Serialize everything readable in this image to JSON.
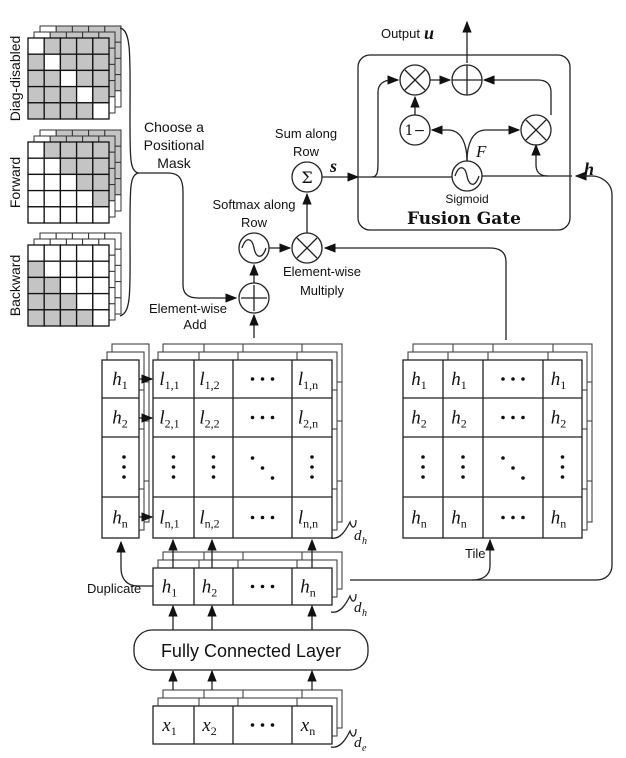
{
  "masks": {
    "label": "Choose a Positional Mask",
    "label_lines": [
      "Choose a",
      "Positional",
      "Mask"
    ],
    "items": [
      {
        "name": "Diag-disabled",
        "pattern": "diag-disabled",
        "shaded_color": "#c4c4c4"
      },
      {
        "name": "Forward",
        "pattern": "forward",
        "shaded_color": "#c4c4c4"
      },
      {
        "name": "Backward",
        "pattern": "backward",
        "shaded_color": "#c4c4c4"
      }
    ],
    "grid_size": 5
  },
  "ops": {
    "add": {
      "label_lines": [
        "Element-wise",
        "Add"
      ],
      "symbol": "+"
    },
    "softmax": {
      "label_lines": [
        "Softmax along",
        "Row"
      ],
      "symbol": "~"
    },
    "multiply": {
      "label_lines": [
        "Element-wise",
        "Multiply"
      ],
      "symbol": "×"
    },
    "sum": {
      "label_lines": [
        "Sum along",
        "Row"
      ],
      "symbol": "Σ"
    },
    "s_label": "s"
  },
  "fusion_gate": {
    "title": "Fusion Gate",
    "output_label": "Output",
    "output_var": "u",
    "one_minus": "1−",
    "sigmoid_label": "Sigmoid",
    "F_label": "F",
    "h_label": "h"
  },
  "h_column": {
    "cells": [
      "h",
      "h",
      "⋮",
      "h"
    ],
    "subs": [
      "1",
      "2",
      "",
      "n"
    ]
  },
  "l_matrix": {
    "rows": [
      [
        {
          "v": "l",
          "s": "1,1"
        },
        {
          "v": "l",
          "s": "1,2"
        },
        {
          "v": "· · ·",
          "s": ""
        },
        {
          "v": "l",
          "s": "1,n"
        }
      ],
      [
        {
          "v": "l",
          "s": "2,1"
        },
        {
          "v": "l",
          "s": "2,2"
        },
        {
          "v": "· · ·",
          "s": ""
        },
        {
          "v": "l",
          "s": "2,n"
        }
      ],
      [
        {
          "v": "⋮",
          "s": ""
        },
        {
          "v": "⋮",
          "s": ""
        },
        {
          "v": "⋱",
          "s": ""
        },
        {
          "v": "⋮",
          "s": ""
        }
      ],
      [
        {
          "v": "l",
          "s": "n,1"
        },
        {
          "v": "l",
          "s": "n,2"
        },
        {
          "v": "· · ·",
          "s": ""
        },
        {
          "v": "l",
          "s": "n,n"
        }
      ]
    ],
    "depth_label": "d",
    "depth_sub": "h"
  },
  "tile_matrix": {
    "rows": [
      [
        {
          "v": "h",
          "s": "1"
        },
        {
          "v": "h",
          "s": "1"
        },
        {
          "v": "· · ·",
          "s": ""
        },
        {
          "v": "h",
          "s": "1"
        }
      ],
      [
        {
          "v": "h",
          "s": "2"
        },
        {
          "v": "h",
          "s": "2"
        },
        {
          "v": "· · ·",
          "s": ""
        },
        {
          "v": "h",
          "s": "2"
        }
      ],
      [
        {
          "v": "⋮",
          "s": ""
        },
        {
          "v": "⋮",
          "s": ""
        },
        {
          "v": "⋱",
          "s": ""
        },
        {
          "v": "⋮",
          "s": ""
        }
      ],
      [
        {
          "v": "h",
          "s": "n"
        },
        {
          "v": "h",
          "s": "n"
        },
        {
          "v": "· · ·",
          "s": ""
        },
        {
          "v": "h",
          "s": "n"
        }
      ]
    ],
    "tile_label": "Tile"
  },
  "hidden_row": {
    "cells": [
      {
        "v": "h",
        "s": "1"
      },
      {
        "v": "h",
        "s": "2"
      },
      {
        "v": "· · ·",
        "s": ""
      },
      {
        "v": "h",
        "s": "n"
      }
    ],
    "duplicate_label": "Duplicate",
    "depth_label": "d",
    "depth_sub": "h"
  },
  "fc_layer": {
    "label": "Fully Connected Layer"
  },
  "input_row": {
    "cells": [
      {
        "v": "x",
        "s": "1"
      },
      {
        "v": "x",
        "s": "2"
      },
      {
        "v": "· · ·",
        "s": ""
      },
      {
        "v": "x",
        "s": "n"
      }
    ],
    "depth_label": "d",
    "depth_sub": "e"
  }
}
